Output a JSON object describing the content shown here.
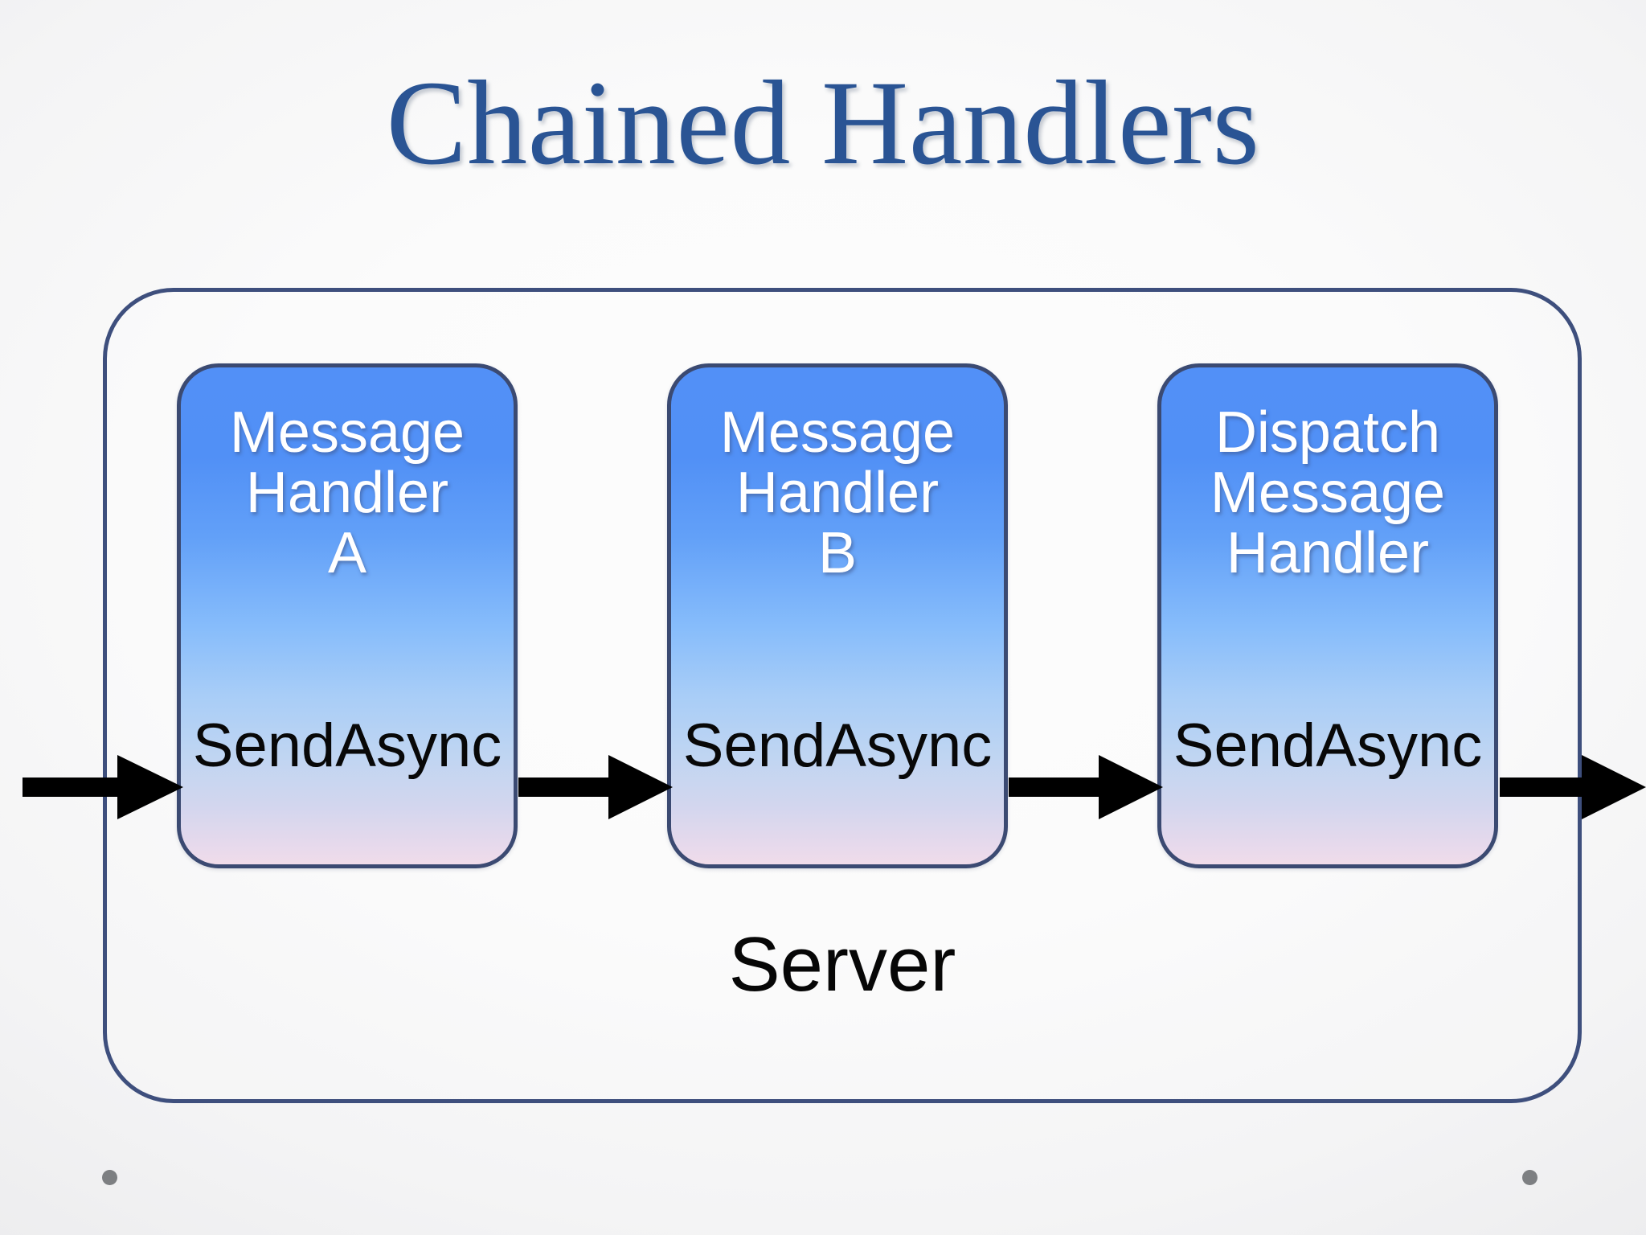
{
  "slide": {
    "title": "Chained Handlers",
    "background_color": "#f2f2f3",
    "title_color": "#2a5494"
  },
  "server": {
    "label": "Server",
    "border_color": "#3e4f7d"
  },
  "handlers": [
    {
      "id": "message-handler-a",
      "title": "Message\nHandler\nA",
      "method": "SendAsync",
      "fill_top_color": "#5290f7",
      "fill_bottom_color": "#f0dcea",
      "border_color": "#3b4a72",
      "title_color": "#ffffff",
      "method_color": "#080808"
    },
    {
      "id": "message-handler-b",
      "title": "Message\nHandler\nB",
      "method": "SendAsync",
      "fill_top_color": "#5290f7",
      "fill_bottom_color": "#f0dcea",
      "border_color": "#3b4a72",
      "title_color": "#ffffff",
      "method_color": "#080808"
    },
    {
      "id": "dispatch-message-handler",
      "title": "Dispatch\nMessage\nHandler",
      "method": "SendAsync",
      "fill_top_color": "#5290f7",
      "fill_bottom_color": "#f0dcea",
      "border_color": "#3b4a72",
      "title_color": "#ffffff",
      "method_color": "#080808"
    }
  ],
  "arrows": [
    {
      "id": "arrow-inbound",
      "from": "outside",
      "to": "message-handler-a",
      "color": "#000000"
    },
    {
      "id": "arrow-a-to-b",
      "from": "message-handler-a",
      "to": "message-handler-b",
      "color": "#000000"
    },
    {
      "id": "arrow-b-to-dispatch",
      "from": "message-handler-b",
      "to": "dispatch-message-handler",
      "color": "#000000"
    },
    {
      "id": "arrow-outbound",
      "from": "dispatch-message-handler",
      "to": "outside",
      "color": "#000000"
    }
  ],
  "page_dots": {
    "count": 2,
    "color": "#7d7f82"
  }
}
